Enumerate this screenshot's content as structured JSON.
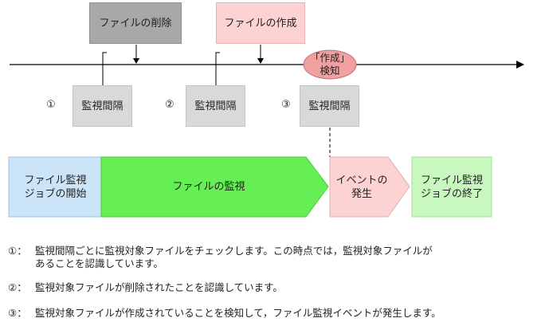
{
  "events": {
    "delete_label": "ファイルの削除",
    "create_label": "ファイルの作成",
    "detect_label_line1": "「作成」",
    "detect_label_line2": "検知"
  },
  "intervals": [
    {
      "num": "①",
      "label": "監視間隔"
    },
    {
      "num": "②",
      "label": "監視間隔"
    },
    {
      "num": "③",
      "label": "監視間隔"
    }
  ],
  "flow": {
    "start_line1": "ファイル監視",
    "start_line2": "ジョブの開始",
    "monitor": "ファイルの監視",
    "event_line1": "イベントの",
    "event_line2": "発生",
    "end_line1": "ファイル監視",
    "end_line2": "ジョブの終了"
  },
  "notes": {
    "n1_marker": "①：",
    "n1_line1": "監視間隔ごとに監視対象ファイルをチェックします。この時点では，監視対象ファイルが",
    "n1_line2": "あることを認識しています。",
    "n2_marker": "②：",
    "n2_text": "監視対象ファイルが削除されたことを認識しています。",
    "n3_marker": "③：",
    "n3_text": "監視対象ファイルが作成されていることを検知して，ファイル監視イベントが発生します。"
  },
  "colors": {
    "gray_dark": "#a8a8a8",
    "pink": "#fcd2d2",
    "light_gray": "#d9d9d9",
    "blue": "#cce4f7",
    "green": "#66ee55",
    "light_green": "#c8f8c0",
    "detect_pink": "#f0a0a0"
  }
}
